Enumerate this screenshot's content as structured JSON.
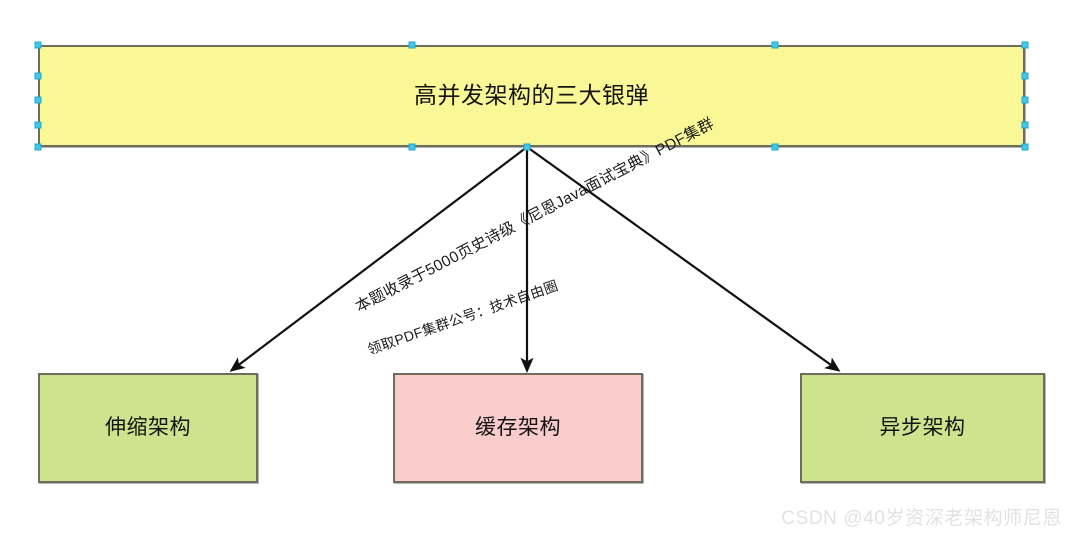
{
  "diagram": {
    "title_node": {
      "label": "高并发架构的三大银弹",
      "fill": "#faf896",
      "stroke": "#6d6d5e",
      "selected": true
    },
    "children": [
      {
        "id": "scaling",
        "label": "伸缩架构",
        "fill": "#cde38e",
        "stroke": "#6d6d5e"
      },
      {
        "id": "cache",
        "label": "缓存架构",
        "fill": "#facdcd",
        "stroke": "#6d6d5e"
      },
      {
        "id": "async",
        "label": "异步架构",
        "fill": "#cde38e",
        "stroke": "#6d6d5e"
      }
    ],
    "connector_color": "#111111"
  },
  "annotations": {
    "line1": "本题收录于5000页史诗级《尼恩Java面试宝典》PDF集群",
    "line2": "领取PDF集群公号：技术自由圈"
  },
  "watermark": {
    "text": "CSDN @40岁资深老架构师尼恩",
    "color": "#e2e2e2"
  }
}
